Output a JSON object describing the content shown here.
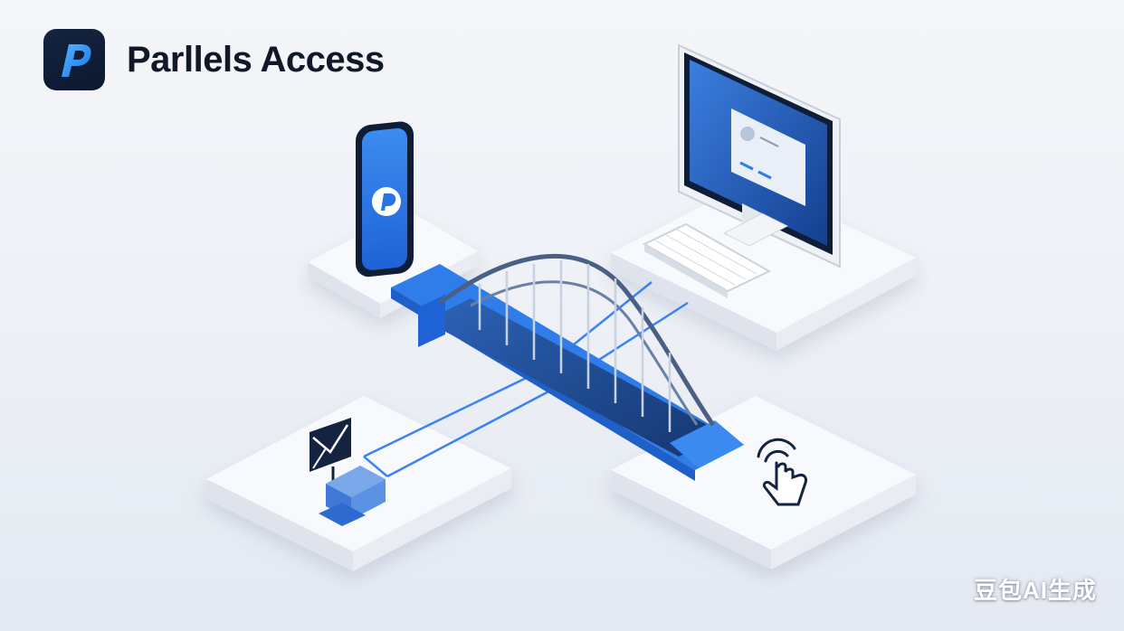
{
  "brand": {
    "name": "Parllels Access",
    "logo_icon": "parallels-p-logo-icon"
  },
  "watermark": {
    "text": "豆包AI生成"
  },
  "colors": {
    "accent": "#2f7de8",
    "dark_navy": "#14233f",
    "platform": "#f7f8fb",
    "line_blue": "#3b82f6"
  },
  "scene": {
    "platforms": [
      "phone-platform",
      "computer-platform",
      "mail-platform",
      "touch-platform"
    ],
    "icons": [
      "smartphone-icon",
      "desktop-monitor-icon",
      "keyboard-icon",
      "bridge-icon",
      "mail-icon",
      "tap-gesture-icon"
    ]
  }
}
